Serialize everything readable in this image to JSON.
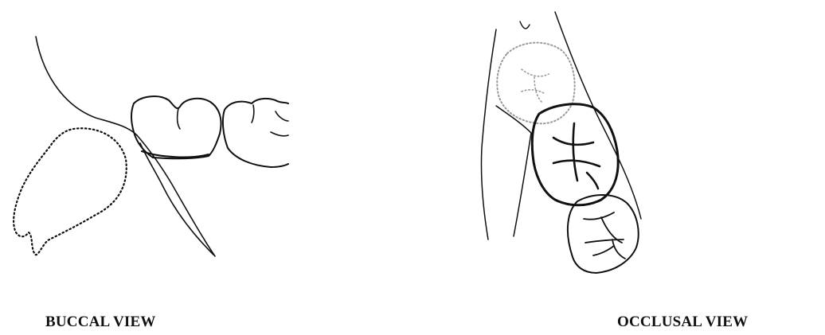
{
  "figure": {
    "panels": [
      {
        "id": "buccal",
        "caption": "BUCCAL VIEW"
      },
      {
        "id": "occlusal",
        "caption": "OCCLUSAL VIEW"
      }
    ],
    "colors": {
      "line": "#111111",
      "background": "#ffffff",
      "watermark": "#9a9a9a"
    }
  }
}
